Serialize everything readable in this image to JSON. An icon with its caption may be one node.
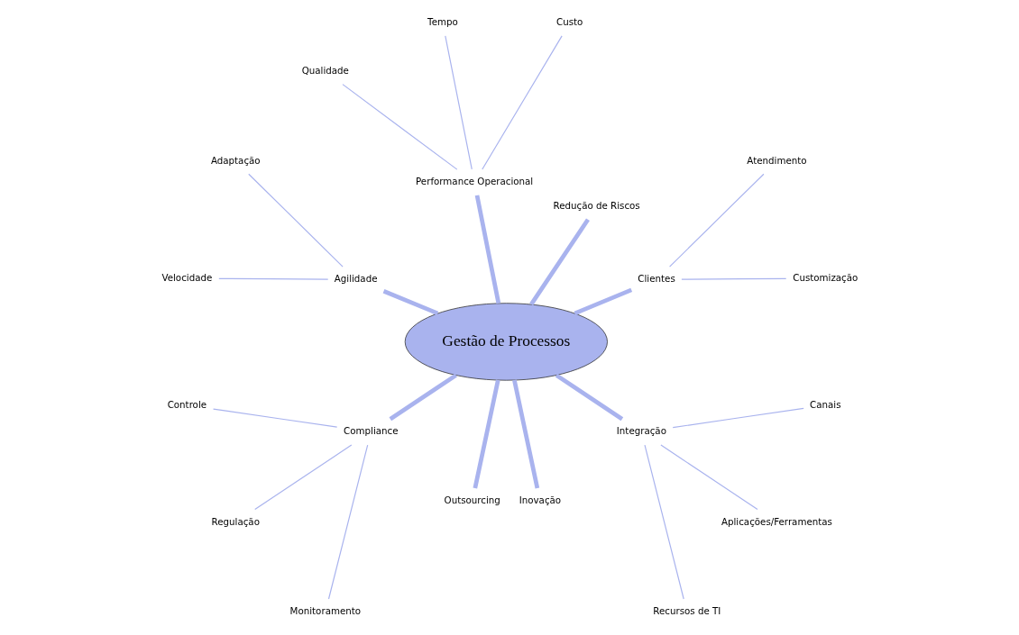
{
  "diagram": {
    "nodes": [
      {
        "text": [
          "Gestão de Processos"
        ]
      },
      {
        "text": [
          "Clientes"
        ]
      },
      {
        "text": [
          "Customização"
        ]
      },
      {
        "text": [
          "Atendimento"
        ]
      },
      {
        "text": [
          "Redução de Riscos"
        ]
      },
      {
        "text": [
          "Performance Operacional"
        ]
      },
      {
        "text": [
          "Custo"
        ]
      },
      {
        "text": [
          "Tempo"
        ]
      },
      {
        "text": [
          "Qualidade"
        ]
      },
      {
        "text": [
          "Agilidade"
        ]
      },
      {
        "text": [
          "Adaptação"
        ]
      },
      {
        "text": [
          "Velocidade"
        ]
      },
      {
        "text": [
          "Compliance"
        ]
      },
      {
        "text": [
          "Controle"
        ]
      },
      {
        "text": [
          "Regulação"
        ]
      },
      {
        "text": [
          "Monitoramento"
        ]
      },
      {
        "text": [
          "Outsourcing"
        ]
      },
      {
        "text": [
          "Inovação"
        ]
      },
      {
        "text": [
          "Integração"
        ]
      },
      {
        "text": [
          "Recursos de TI"
        ]
      },
      {
        "text": [
          "Aplicações/Ferramentas"
        ]
      },
      {
        "text": [
          "Canais"
        ]
      }
    ],
    "edges": [
      {
        "from": 0,
        "to": 1,
        "arrow": "none",
        "style": "thick"
      },
      {
        "from": 1,
        "to": 2,
        "arrow": "none"
      },
      {
        "from": 1,
        "to": 3,
        "arrow": "none"
      },
      {
        "from": 0,
        "to": 4,
        "arrow": "none",
        "style": "thick"
      },
      {
        "from": 0,
        "to": 5,
        "arrow": "none",
        "style": "thick"
      },
      {
        "from": 5,
        "to": 6,
        "arrow": "none"
      },
      {
        "from": 5,
        "to": 7,
        "arrow": "none"
      },
      {
        "from": 5,
        "to": 8,
        "arrow": "none"
      },
      {
        "from": 0,
        "to": 9,
        "arrow": "none",
        "style": "thick"
      },
      {
        "from": 9,
        "to": 10,
        "arrow": "none"
      },
      {
        "from": 9,
        "to": 11,
        "arrow": "none"
      },
      {
        "from": 0,
        "to": 12,
        "arrow": "none",
        "style": "thick"
      },
      {
        "from": 12,
        "to": 13,
        "arrow": "none"
      },
      {
        "from": 12,
        "to": 14,
        "arrow": "none"
      },
      {
        "from": 12,
        "to": 15,
        "arrow": "none"
      },
      {
        "from": 0,
        "to": 16,
        "arrow": "none",
        "style": "thick"
      },
      {
        "from": 0,
        "to": 17,
        "arrow": "none",
        "style": "thick"
      },
      {
        "from": 0,
        "to": 18,
        "arrow": "none",
        "style": "thick"
      },
      {
        "from": 18,
        "to": 19,
        "arrow": "none"
      },
      {
        "from": 18,
        "to": 20,
        "arrow": "none"
      },
      {
        "from": 18,
        "to": 21,
        "arrow": "none"
      }
    ]
  }
}
